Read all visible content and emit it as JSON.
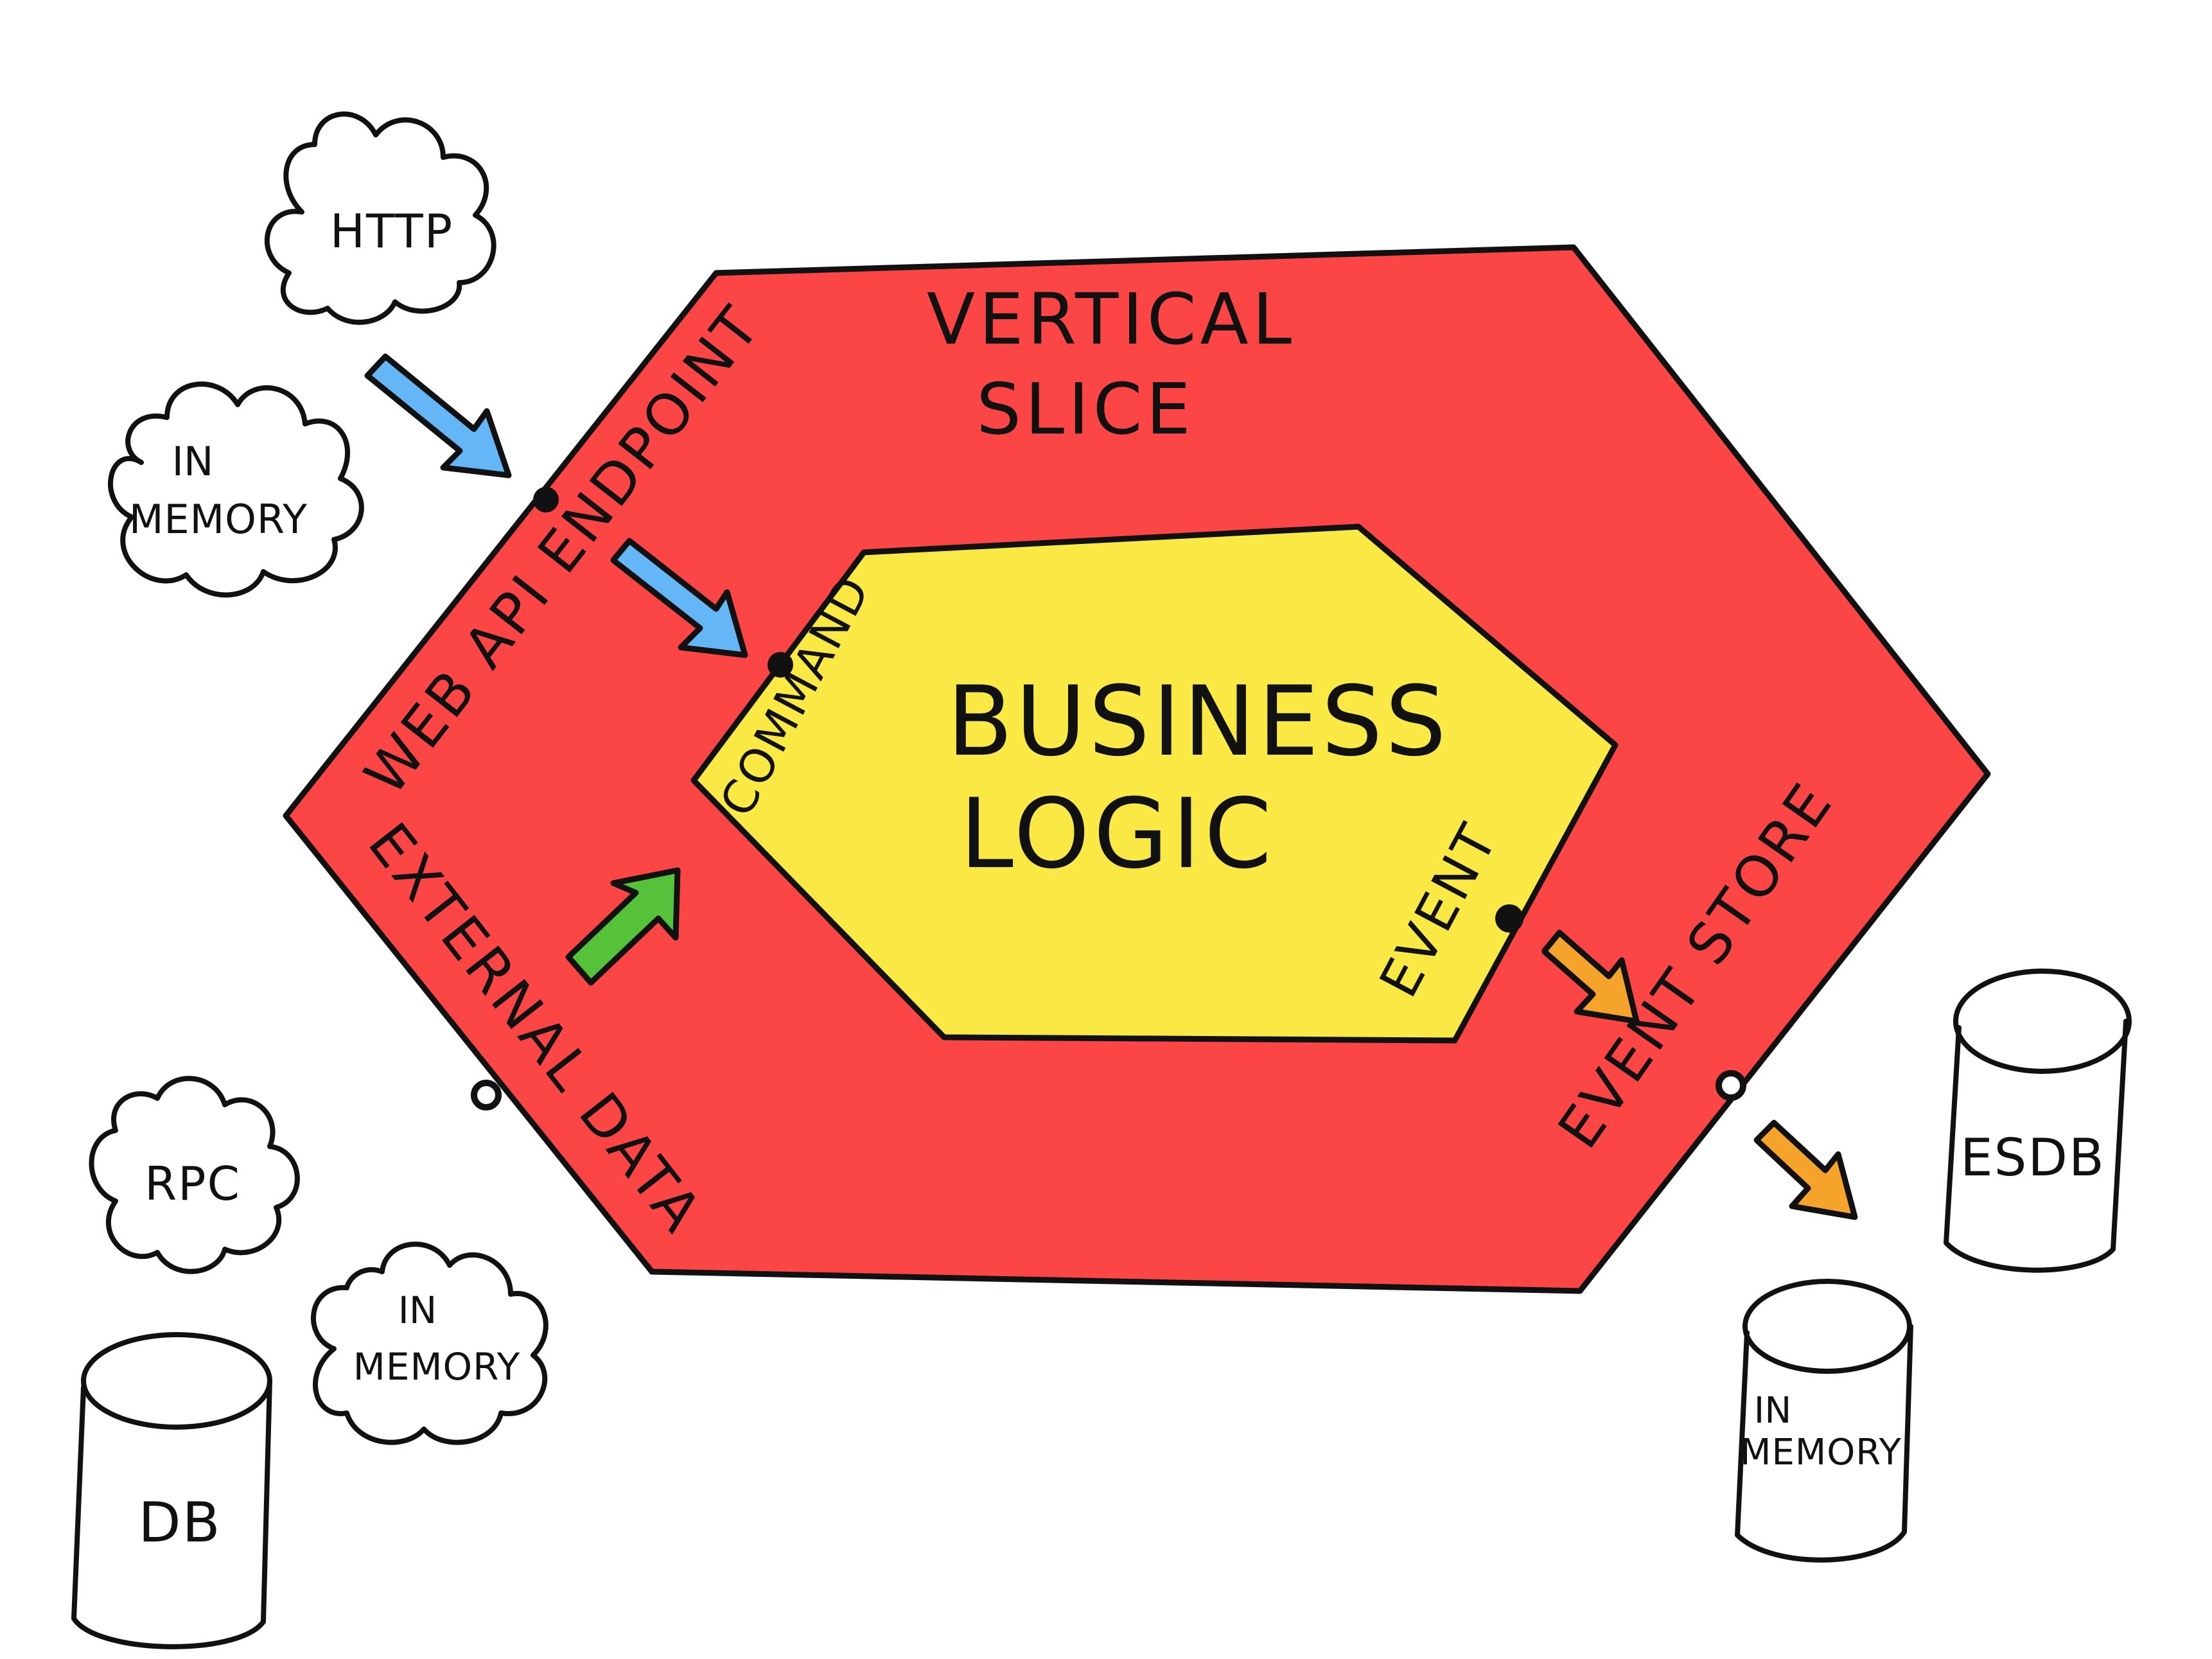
{
  "colors": {
    "outer_hexagon": "#fc4545",
    "inner_hexagon": "#fae845",
    "arrow_blue": "#64b6f7",
    "arrow_green": "#56c23a",
    "arrow_orange": "#f5a32b",
    "ink": "#111111",
    "background": "#ffffff"
  },
  "outer": {
    "title_line1": "VERTICAL",
    "title_line2": "SLICE"
  },
  "core": {
    "line1": "BUSINESS",
    "line2": "LOGIC"
  },
  "ports": {
    "command": "COMMAND",
    "event": "EVENT",
    "web_api_endpoint": "WEB API ENDPOINT",
    "external_data": "EXTERNAL DATA",
    "event_store": "EVENT STORE"
  },
  "adapters": {
    "http": "HTTP",
    "in_memory_input": [
      "IN",
      "MEMORY"
    ],
    "rpc": "RPC",
    "in_memory_external": [
      "IN",
      "MEMORY"
    ],
    "db": "DB",
    "esdb": "ESDB",
    "in_memory_store": [
      "IN",
      "MEMORY"
    ]
  },
  "icons": {
    "clouds": "cloud-icon",
    "databases": "database-cylinder-icon",
    "ports": "port-dot-icon",
    "arrows": "flow-arrow-icon"
  }
}
